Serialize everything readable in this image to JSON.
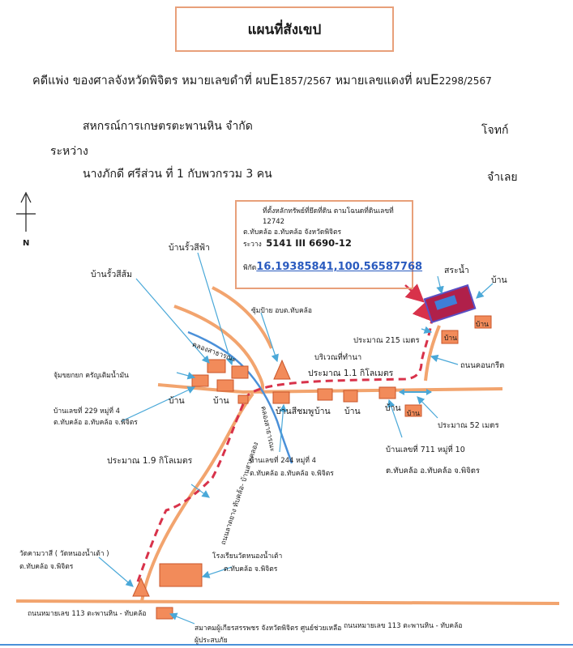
{
  "header": {
    "title": "แผนที่สังเขป",
    "case_prefix": "คดีแพ่ง   ของศาลจังหวัดพิจิตร  หมายเลขดำที่ ผบ",
    "black_letter": "E",
    "black_no": "1857/2567",
    "red_prefix": "  หมายเลขแดงที่ ผบ",
    "red_letter": "E",
    "red_no": "2298/2567"
  },
  "parties": {
    "plaintiff_name": "สหกรณ์การเกษตรตะพานหิน  จำกัด",
    "plaintiff_role": "โจทก์",
    "between": "ระหว่าง",
    "defendant_name": "นางภักดี  ศรีส่วน  ที่ 1  กับพวกรวม  3  คน",
    "defendant_role": "จำเลย"
  },
  "compass": {
    "label": "N"
  },
  "info_box": {
    "line1": "ที่ตั้งหลักทรัพย์ที่ยึดที่ดิน ตามโฉนดที่ดินเลขที่ 12742",
    "line2": "ต.ทับคล้อ   อ.ทับคล้อ   จังหวัดพิจิตร",
    "line3_prefix": "ระวาง",
    "line3_value": "5141 III 6690-12",
    "line4_prefix": "พิกัด",
    "line4_value": "16.19385841,100.56587768"
  },
  "labels": {
    "ban_rua_si_fa": "บ้านรั้วสีฟ้า",
    "ban_rua_si_som": "บ้านรั้วสีส้ม",
    "pond": "สระน้ำ",
    "house_top_right": "บ้าน",
    "house_right_box": "บ้าน",
    "ban_generic": "บ้าน",
    "checkpoint": "ซุ้มป้าย  อบต.ทับคล้อ",
    "canal": "คลองสาธารณะ",
    "canal_vertical": "คลองสาธารณะ",
    "approx_215": "ประมาณ  215  เมตร",
    "concrete_road": "ถนนคอนกรีต",
    "area_note": "บริเวณที่ทำนา",
    "approx_1_1": "ประมาณ   1.1  กิโลเมตร",
    "oil_palm": "จุ้มขยกยก ครัญเติมน้ำมัน",
    "house_229": "บ้านเลขที่  229  หมู่ที่  4",
    "house_229_addr": "ต.ทับคล้อ  อ.ทับคล้อ  จ.พิจิตร",
    "ban_si_chomphu": "บ้านสีชมพู",
    "approx_52": "ประมาณ  52  เมตร",
    "house_711": "บ้านเลขที่  711  หมู่ที่  10",
    "house_711_addr": "ต.ทับคล้อ  อ.ทับคล้อ  จ.พิจิตร",
    "house_244": "บ้านเลขที่  244  หมู่ที่  4",
    "house_244_addr": "ต.ทับคล้อ  อ.ทับคล้อ  จ.พิจิตร",
    "approx_1_9": "ประมาณ   1.9   กิโลเมตร",
    "road_vertical": "ถนนลาดยาง  ทับคล้อ- บ้านสายคลอง",
    "temple": "วัดคามวาสี ( วัดหนองน้ำเต้า )",
    "temple_addr": "ต.ทับคล้อ  จ.พิจิตร",
    "school": "โรงเรียนวัดหนองน้ำเต้า",
    "school_addr": "ต.ทับคล้อ  จ.พิจิตร",
    "highway_left": "ถนนหมายเลข  113  ตะพานหิน  -  ทับคล้อ",
    "highway_right": "ถนนหมายเลข  113  ตะพานหิน  -  ทับคล้อ",
    "association": "สมาคมผู้เกียรสรรพชร  จังหวัดพิจิตร  ศูนย์ช่วยเหลือ",
    "association_2": "ผู้ประสบภัย"
  },
  "colors": {
    "road": "#f2a46e",
    "route": "#d8324a",
    "canal": "#4a90d9",
    "building": "#f28b5a",
    "building_edge": "#c9562a",
    "leader": "#4aa8d8",
    "target": "#5a4fc4",
    "target_fill": "#b0204a"
  }
}
